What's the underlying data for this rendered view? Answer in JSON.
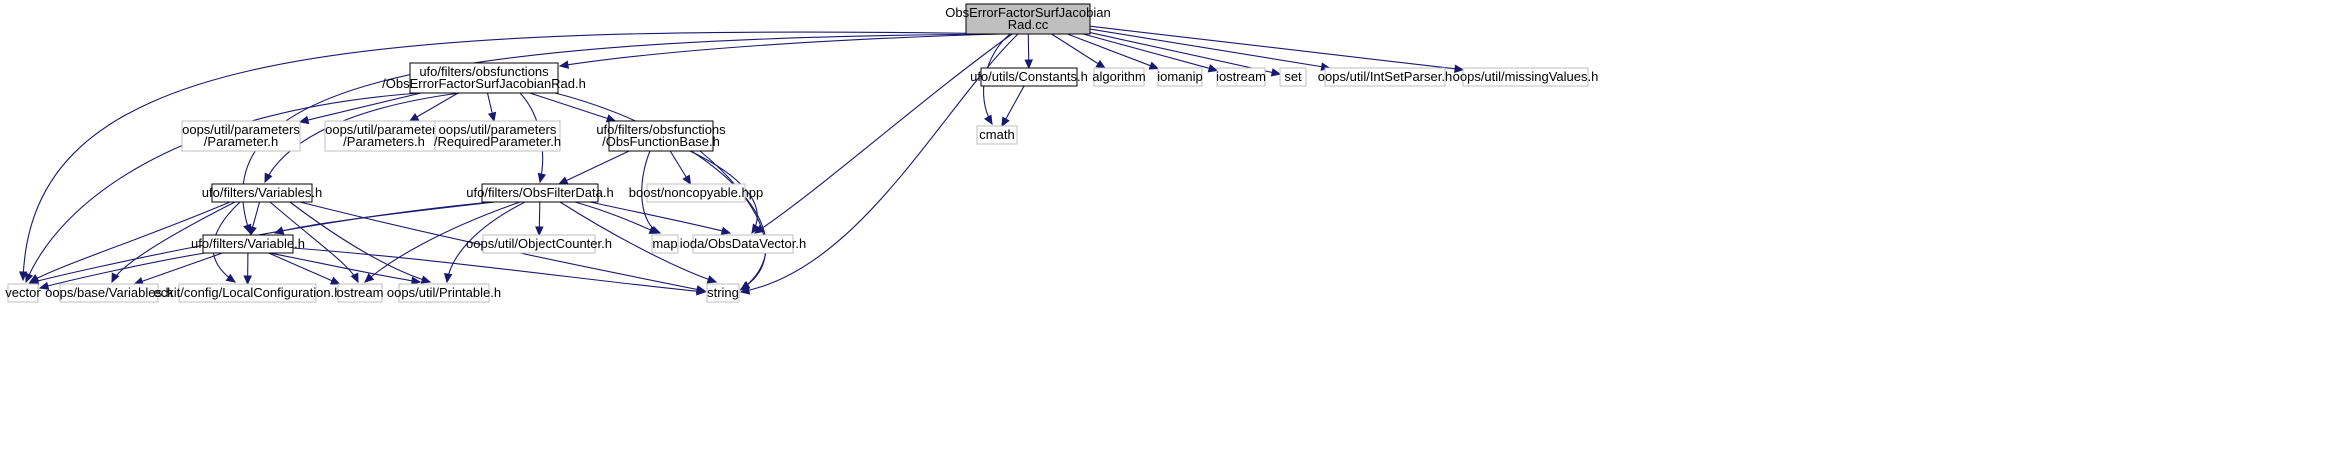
{
  "graph": {
    "colors": {
      "edge": "#191970",
      "focus_fill": "#bfbfbf",
      "focus_border": "#000000",
      "documented_border": "#000000",
      "external_border": "#bfbfbf",
      "node_fill": "#ffffff"
    },
    "nodes": [
      {
        "id": "root",
        "lines": [
          "ObsErrorFactorSurfJacobian",
          "Rad.cc"
        ],
        "kind": "focus"
      },
      {
        "id": "hdr",
        "lines": [
          "ufo/filters/obsfunctions",
          "/ObsErrorFactorSurfJacobianRad.h"
        ],
        "kind": "documented"
      },
      {
        "id": "constants",
        "lines": [
          "ufo/utils/Constants.h"
        ],
        "kind": "documented"
      },
      {
        "id": "algorithm",
        "lines": [
          "algorithm"
        ],
        "kind": "external"
      },
      {
        "id": "iomanip",
        "lines": [
          "iomanip"
        ],
        "kind": "external"
      },
      {
        "id": "iostream",
        "lines": [
          "iostream"
        ],
        "kind": "external"
      },
      {
        "id": "set",
        "lines": [
          "set"
        ],
        "kind": "external"
      },
      {
        "id": "intsetparser",
        "lines": [
          "oops/util/IntSetParser.h"
        ],
        "kind": "external"
      },
      {
        "id": "missingvalues",
        "lines": [
          "oops/util/missingValues.h"
        ],
        "kind": "external"
      },
      {
        "id": "cmath",
        "lines": [
          "cmath"
        ],
        "kind": "external"
      },
      {
        "id": "parameter",
        "lines": [
          "oops/util/parameters",
          "/Parameter.h"
        ],
        "kind": "external"
      },
      {
        "id": "parameters",
        "lines": [
          "oops/util/parameters",
          "/Parameters.h"
        ],
        "kind": "external"
      },
      {
        "id": "requiredparam",
        "lines": [
          "oops/util/parameters",
          "/RequiredParameter.h"
        ],
        "kind": "external"
      },
      {
        "id": "obsfunctionbase",
        "lines": [
          "ufo/filters/obsfunctions",
          "/ObsFunctionBase.h"
        ],
        "kind": "documented"
      },
      {
        "id": "variables",
        "lines": [
          "ufo/filters/Variables.h"
        ],
        "kind": "documented"
      },
      {
        "id": "obsfilterdata",
        "lines": [
          "ufo/filters/ObsFilterData.h"
        ],
        "kind": "documented"
      },
      {
        "id": "noncopyable",
        "lines": [
          "boost/noncopyable.hpp"
        ],
        "kind": "external"
      },
      {
        "id": "variable",
        "lines": [
          "ufo/filters/Variable.h"
        ],
        "kind": "documented"
      },
      {
        "id": "objectcounter",
        "lines": [
          "oops/util/ObjectCounter.h"
        ],
        "kind": "external"
      },
      {
        "id": "map",
        "lines": [
          "map"
        ],
        "kind": "external"
      },
      {
        "id": "obsdatavector",
        "lines": [
          "ioda/ObsDataVector.h"
        ],
        "kind": "external"
      },
      {
        "id": "vector",
        "lines": [
          "vector"
        ],
        "kind": "external"
      },
      {
        "id": "oopsvariables",
        "lines": [
          "oops/base/Variables.h"
        ],
        "kind": "external"
      },
      {
        "id": "localconfig",
        "lines": [
          "eckit/config/LocalConfiguration.h"
        ],
        "kind": "external"
      },
      {
        "id": "ostream",
        "lines": [
          "ostream"
        ],
        "kind": "external"
      },
      {
        "id": "printable",
        "lines": [
          "oops/util/Printable.h"
        ],
        "kind": "external"
      },
      {
        "id": "string",
        "lines": [
          "string"
        ],
        "kind": "external"
      }
    ],
    "edges": [
      {
        "from": "root",
        "to": "hdr"
      },
      {
        "from": "root",
        "to": "constants"
      },
      {
        "from": "root",
        "to": "algorithm"
      },
      {
        "from": "root",
        "to": "iomanip"
      },
      {
        "from": "root",
        "to": "iostream"
      },
      {
        "from": "root",
        "to": "set"
      },
      {
        "from": "root",
        "to": "intsetparser"
      },
      {
        "from": "root",
        "to": "missingvalues"
      },
      {
        "from": "root",
        "to": "cmath"
      },
      {
        "from": "root",
        "to": "vector"
      },
      {
        "from": "root",
        "to": "variable"
      },
      {
        "from": "root",
        "to": "obsdatavector"
      },
      {
        "from": "root",
        "to": "string"
      },
      {
        "from": "constants",
        "to": "cmath"
      },
      {
        "from": "hdr",
        "to": "parameter"
      },
      {
        "from": "hdr",
        "to": "parameters"
      },
      {
        "from": "hdr",
        "to": "requiredparam"
      },
      {
        "from": "hdr",
        "to": "obsfunctionbase"
      },
      {
        "from": "hdr",
        "to": "variables"
      },
      {
        "from": "hdr",
        "to": "obsfilterdata"
      },
      {
        "from": "hdr",
        "to": "vector"
      },
      {
        "from": "hdr",
        "to": "string"
      },
      {
        "from": "obsfunctionbase",
        "to": "obsfilterdata"
      },
      {
        "from": "obsfunctionbase",
        "to": "noncopyable"
      },
      {
        "from": "obsfunctionbase",
        "to": "map"
      },
      {
        "from": "obsfunctionbase",
        "to": "obsdatavector"
      },
      {
        "from": "obsfunctionbase",
        "to": "string"
      },
      {
        "from": "variables",
        "to": "variable"
      },
      {
        "from": "variables",
        "to": "vector"
      },
      {
        "from": "variables",
        "to": "oopsvariables"
      },
      {
        "from": "variables",
        "to": "localconfig"
      },
      {
        "from": "variables",
        "to": "ostream"
      },
      {
        "from": "variables",
        "to": "printable"
      },
      {
        "from": "variables",
        "to": "string"
      },
      {
        "from": "obsfilterdata",
        "to": "variable"
      },
      {
        "from": "obsfilterdata",
        "to": "objectcounter"
      },
      {
        "from": "obsfilterdata",
        "to": "map"
      },
      {
        "from": "obsfilterdata",
        "to": "obsdatavector"
      },
      {
        "from": "obsfilterdata",
        "to": "vector"
      },
      {
        "from": "obsfilterdata",
        "to": "ostream"
      },
      {
        "from": "obsfilterdata",
        "to": "printable"
      },
      {
        "from": "obsfilterdata",
        "to": "string"
      },
      {
        "from": "variable",
        "to": "vector"
      },
      {
        "from": "variable",
        "to": "oopsvariables"
      },
      {
        "from": "variable",
        "to": "localconfig"
      },
      {
        "from": "variable",
        "to": "ostream"
      },
      {
        "from": "variable",
        "to": "printable"
      },
      {
        "from": "variable",
        "to": "string"
      }
    ]
  }
}
